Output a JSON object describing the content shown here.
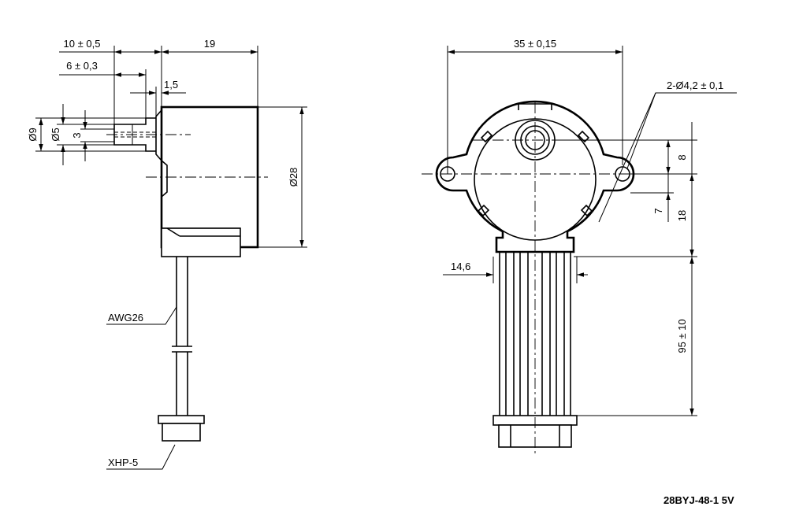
{
  "side_view": {
    "dims": {
      "shaft_length": "10 ± 0,5",
      "flat_length": "6 ± 0,3",
      "body_length": "19",
      "flange_offset": "1,5",
      "shaft_diameter": "Ø9",
      "shaft_inner_diameter": "Ø5",
      "flat_width": "3",
      "body_diameter": "Ø28"
    },
    "labels": {
      "wire": "AWG26",
      "connector": "XHP-5"
    }
  },
  "front_view": {
    "dims": {
      "hole_spacing": "35 ± 0,15",
      "mount_holes": "2-Ø4,2 ± 0,1",
      "shaft_offset": "8",
      "hole_offset": "7",
      "center_to_base": "18",
      "wire_bundle_width": "14,6",
      "wire_length": "95 ± 10"
    }
  },
  "title_block": {
    "model": "28BYJ-48-1  5V"
  }
}
